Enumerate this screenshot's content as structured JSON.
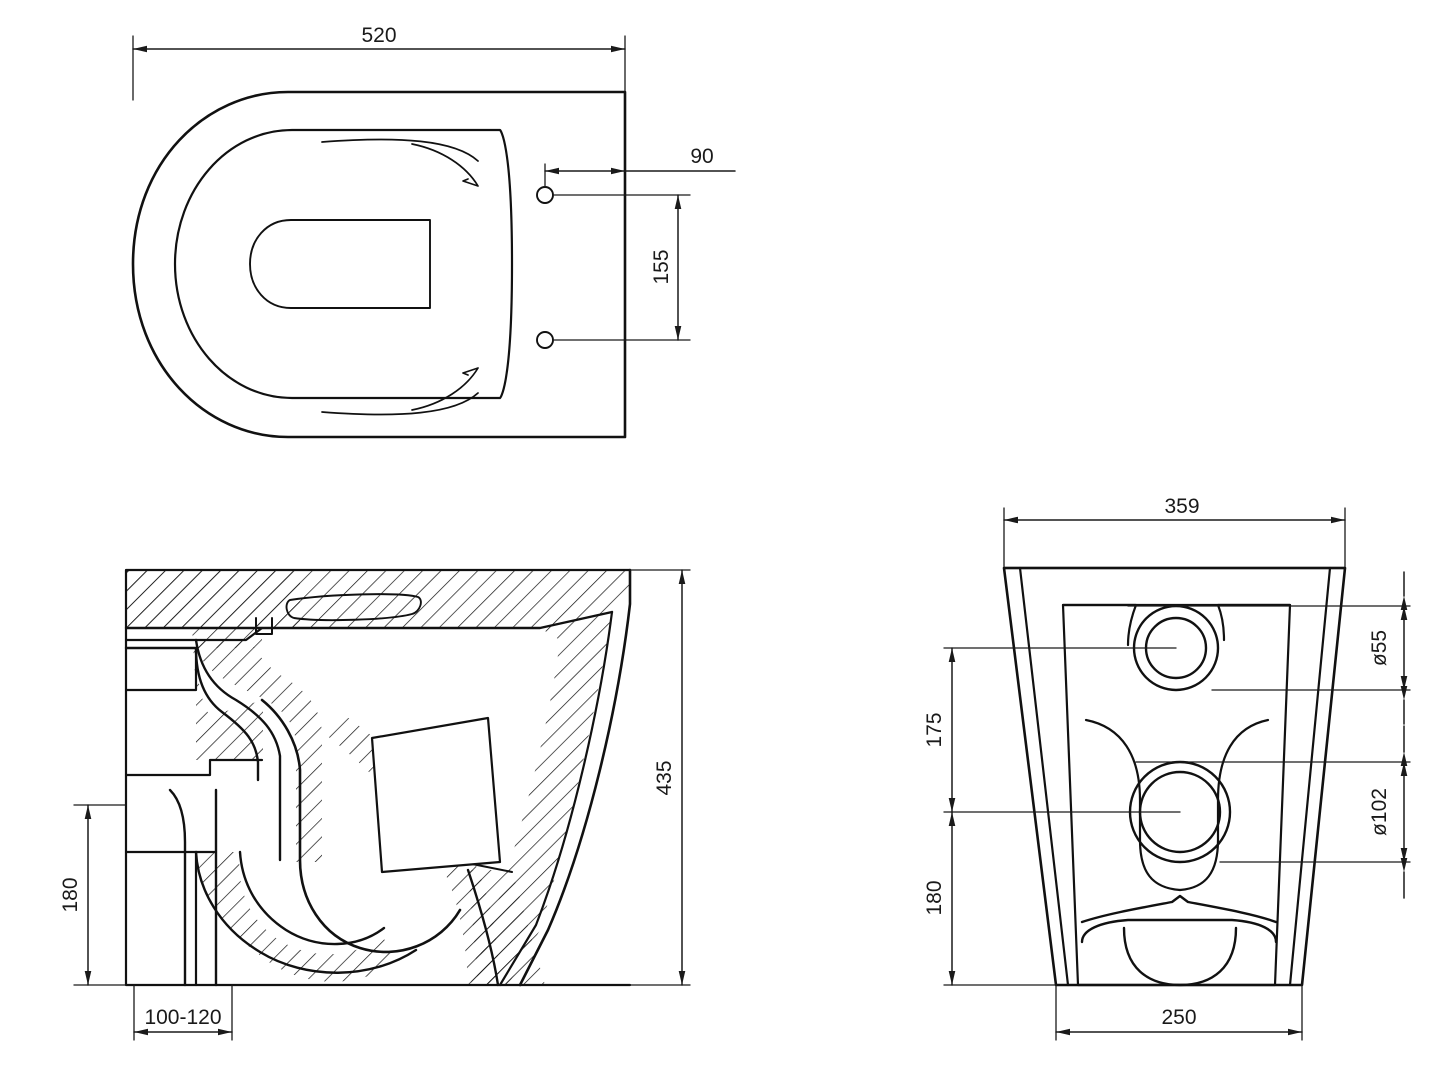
{
  "drawing": {
    "type": "technical-drawing",
    "subject": "wall-hung toilet pan",
    "units": "mm",
    "line_color": "#111111",
    "dimension_color": "#1a1a1a",
    "background": "#ffffff"
  },
  "views": {
    "top": {
      "name": "top-view",
      "dimensions": {
        "overall_length": "520",
        "bolt_offset_from_rear": "90",
        "bolt_spacing": "155"
      }
    },
    "section": {
      "name": "side-section-view",
      "dimensions": {
        "overall_height": "435",
        "outlet_height": "180",
        "outlet_offset": "100-120"
      }
    },
    "rear": {
      "name": "rear-view",
      "dimensions": {
        "overall_width": "359",
        "base_width": "250",
        "upper_to_inlet": "175",
        "inlet_to_outlet": "180",
        "inlet_diameter": "ø55",
        "outlet_diameter": "ø102"
      }
    }
  },
  "labels": {
    "d520": "520",
    "d90": "90",
    "d155": "155",
    "d435": "435",
    "d180": "180",
    "d100_120": "100-120",
    "d359": "359",
    "d250": "250",
    "d175": "175",
    "d180b": "180",
    "dia55": "ø55",
    "dia102": "ø102"
  }
}
